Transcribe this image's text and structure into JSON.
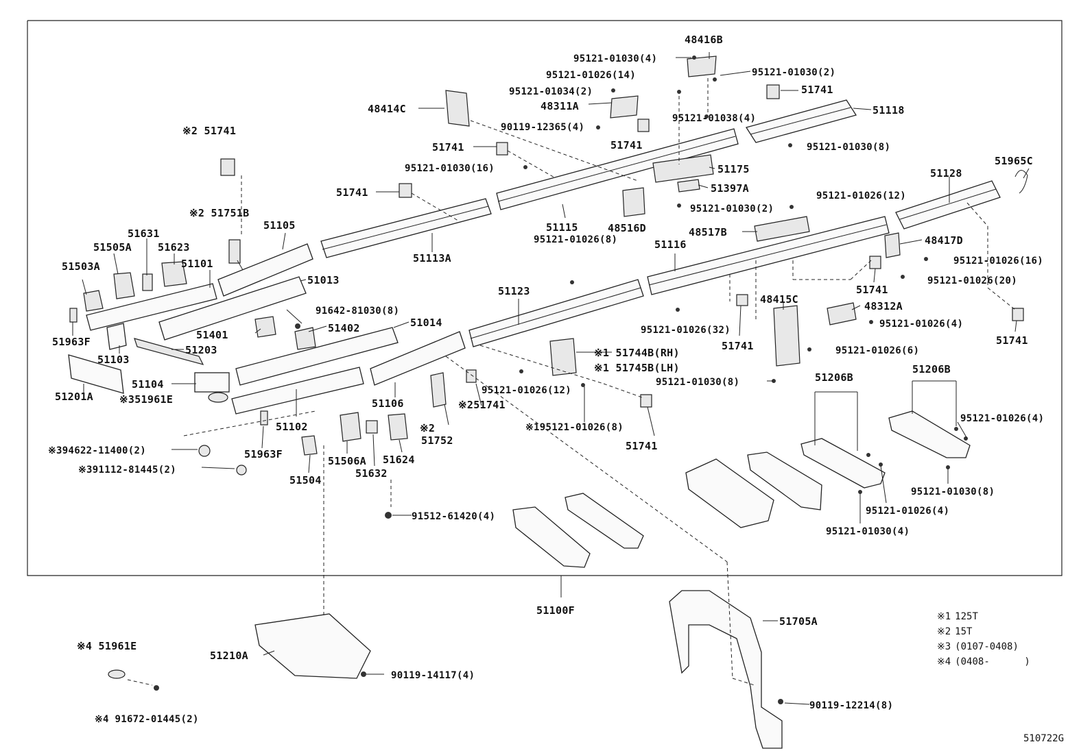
{
  "diagram": {
    "assembly_label": "51100F",
    "diagram_code": "510722G",
    "labels": [
      "48416B",
      "95121-01030(4)",
      "95121-01026(14)",
      "95121-01030(2)",
      "95121-01034(2)",
      "48311A",
      "48414C",
      "90119-12365(4)",
      "95121-01038(4)",
      "51741",
      "51118",
      "51741",
      "95121-01030(8)",
      "51741",
      "95121-01030(16)",
      "51175",
      "51397A",
      "51741",
      "95121-01030(2)",
      "95121-01026(12)",
      "51128",
      "51965C",
      "51115",
      "48516D",
      "51113A",
      "48517B",
      "48417D",
      "51116",
      "95121-01026(8)",
      "95121-01026(16)",
      "95121-01026(20)",
      "51741",
      "51123",
      "48415C",
      "48312A",
      "95121-01026(32)",
      "51741",
      "95121-01026(4)",
      "51741",
      "95121-01026(6)",
      "51744B(RH)",
      "51745B(LH)",
      "95121-01030(8)",
      "95121-01026(12)",
      "95121-01026(8)",
      "51741",
      "51206B",
      "51206B",
      "95121-01026(4)",
      "95121-01030(8)",
      "95121-01026(4)",
      "95121-01030(4)",
      "51741",
      "51751B",
      "51105",
      "51631",
      "51505A",
      "51623",
      "51503A",
      "51101",
      "51013",
      "91642-81030(8)",
      "51401",
      "51402",
      "51014",
      "51963F",
      "51103",
      "51203",
      "51104",
      "51961E",
      "51201A",
      "51102",
      "51106",
      "51741",
      "51752",
      "94622-11400(2)",
      "91112-81445(2)",
      "51963F",
      "51504",
      "51506A",
      "51632",
      "51624",
      "91512-61420(4)",
      "51961E",
      "91672-01445(2)",
      "51210A",
      "90119-14117(4)",
      "51705A",
      "90119-12214(8)"
    ],
    "notes": [
      {
        "mark": "※1",
        "text": "125T"
      },
      {
        "mark": "※2",
        "text": "15T"
      },
      {
        "mark": "※3",
        "text": "(0107-0408)"
      },
      {
        "mark": "※4",
        "text": "(0408-      )"
      }
    ]
  }
}
